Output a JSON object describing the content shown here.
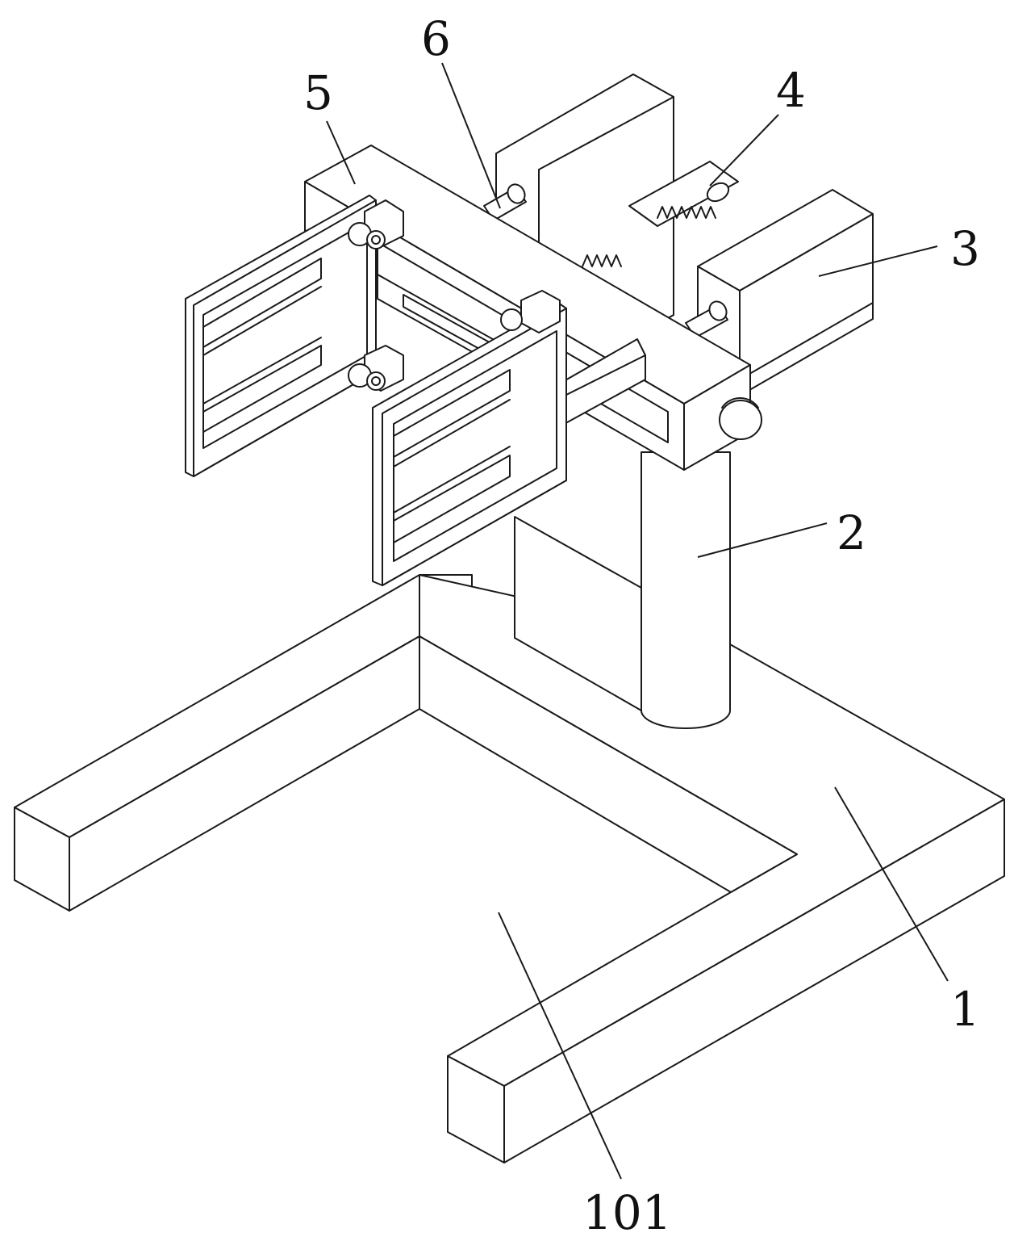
{
  "labels": {
    "label_1": "1",
    "label_101": "101",
    "label_2": "2",
    "label_3": "3",
    "label_4": "4",
    "label_5": "5",
    "label_6": "6"
  }
}
